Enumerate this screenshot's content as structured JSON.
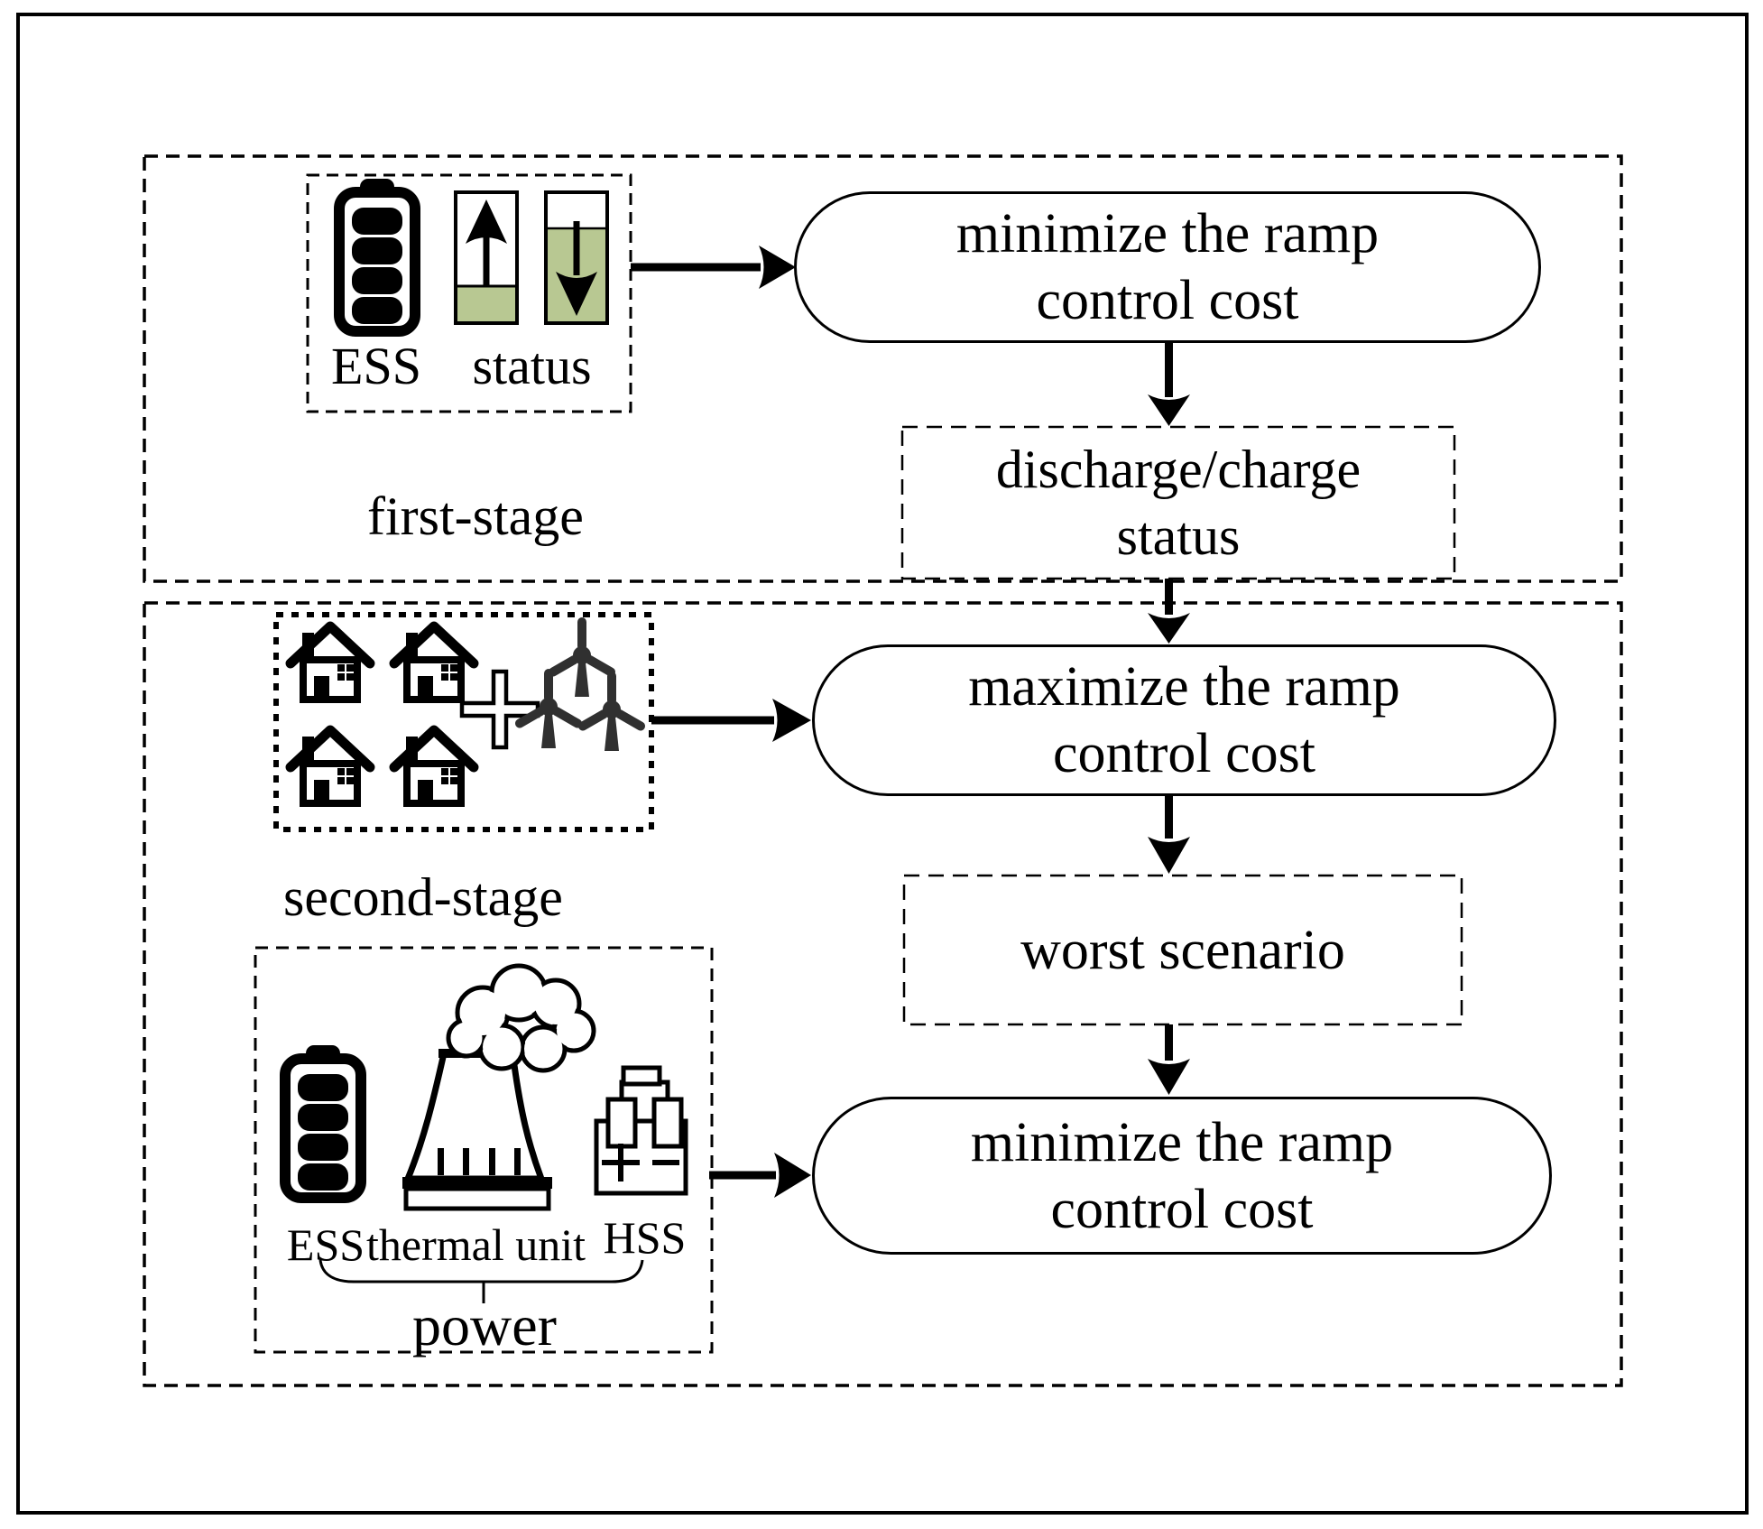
{
  "figure": {
    "type": "flowchart",
    "description": "two-stage ramp control cost optimization diagram"
  },
  "colors": {
    "ink": "#000000",
    "status_fill": "#b8c892",
    "turbine_fill": "#303030",
    "background": "#ffffff"
  },
  "stage1": {
    "label": "first-stage",
    "ess_group": {
      "ess_label": "ESS",
      "status_label": "status",
      "icons": [
        "battery-icon",
        "charge-up-bar-icon",
        "discharge-down-bar-icon"
      ]
    },
    "boxes": {
      "minimize": {
        "lines": [
          "minimize the ramp",
          "control cost"
        ]
      },
      "discharge_status": {
        "lines": [
          "discharge/charge",
          "status"
        ]
      }
    }
  },
  "stage2": {
    "label": "second-stage",
    "load_group": {
      "icons": [
        "house-icon",
        "house-icon",
        "house-icon",
        "house-icon",
        "plus-icon",
        "wind-turbine-icon",
        "wind-turbine-icon",
        "wind-turbine-icon"
      ]
    },
    "power_group": {
      "ess_label": "ESS",
      "thermal_label": "thermal unit",
      "hss_label": "HSS",
      "power_label": "power",
      "icons": [
        "battery-icon",
        "thermal-plant-icon",
        "hydrogen-storage-icon"
      ]
    },
    "boxes": {
      "maximize": {
        "lines": [
          "maximize the ramp",
          "control cost"
        ]
      },
      "worst": {
        "lines": [
          "worst scenario"
        ]
      },
      "minimize": {
        "lines": [
          "minimize the ramp",
          "control cost"
        ]
      }
    }
  }
}
